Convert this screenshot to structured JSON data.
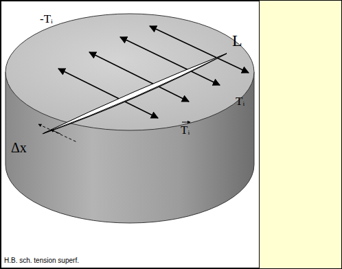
{
  "diagram": {
    "caption": "H.B. sch. tension superf.",
    "labels": [
      "-Tᵢ",
      "L",
      "Δx",
      "Tᵢ",
      "Tᵢ"
    ]
  }
}
